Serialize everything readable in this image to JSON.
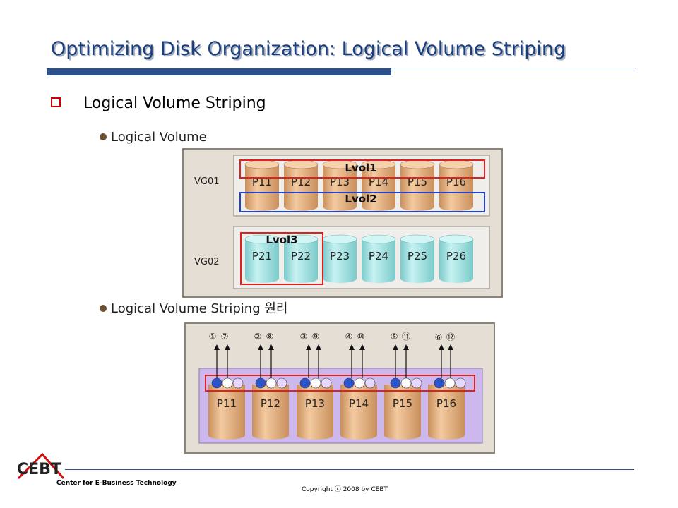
{
  "header": {
    "title": "Optimizing Disk Organization: Logical Volume Striping"
  },
  "body": {
    "bullet_text": "Logical Volume Striping"
  },
  "figure": {
    "section1_label": "Logical Volume",
    "section2_label": "Logical Volume Striping 원리",
    "vg01": {
      "label": "VG01",
      "disks": [
        "P11",
        "P12",
        "P13",
        "P14",
        "P15",
        "P16"
      ],
      "lvol1": "Lvol1",
      "lvol2": "Lvol2"
    },
    "vg02": {
      "label": "VG02",
      "disks": [
        "P21",
        "P22",
        "P23",
        "P24",
        "P25",
        "P26"
      ],
      "lvol3": "Lvol3"
    },
    "striping": {
      "disks": [
        "P11",
        "P12",
        "P13",
        "P14",
        "P15",
        "P16"
      ],
      "orders": [
        [
          "①",
          "⑦"
        ],
        [
          "②",
          "⑧"
        ],
        [
          "③",
          "⑨"
        ],
        [
          "④",
          "⑩"
        ],
        [
          "⑤",
          "⑪"
        ],
        [
          "⑥",
          "⑫"
        ]
      ]
    },
    "colors": {
      "orange_disk": "#e8b888",
      "cyan_disk": "#a8e4e4",
      "panel": "#e4ded4",
      "lavender": "#cdb8ee",
      "lvol1_red": "#dd2222",
      "lvol2_blue": "#2244cc"
    }
  },
  "footer": {
    "logo_text": "CEBT",
    "org": "Center for E-Business Technology",
    "copyright": "Copyright ⓒ 2008 by CEBT"
  }
}
